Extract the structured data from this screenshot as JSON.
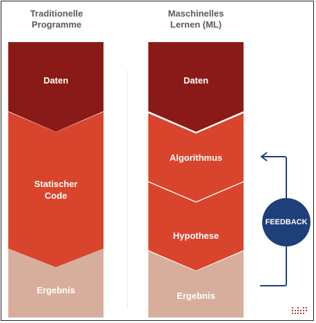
{
  "traditional": {
    "title_line1": "Traditionelle",
    "title_line2": "Programme",
    "blocks": {
      "data": "Daten",
      "code_line1": "Statischer",
      "code_line2": "Code",
      "result": "Ergebnis"
    }
  },
  "ml": {
    "title_line1": "Maschinelles",
    "title_line2": "Lernen (ML)",
    "blocks": {
      "data": "Daten",
      "algorithm": "Algorithmus",
      "hypothesis": "Hypothese",
      "result": "Ergebnis"
    }
  },
  "feedback": {
    "label": "FEEDBACK"
  },
  "colors": {
    "dark_red": "#8a1a17",
    "red": "#d9452c",
    "light_pink": "#d7ae9c",
    "feedback_blue": "#1d3f7a",
    "title_grey": "#5a5a5a"
  }
}
